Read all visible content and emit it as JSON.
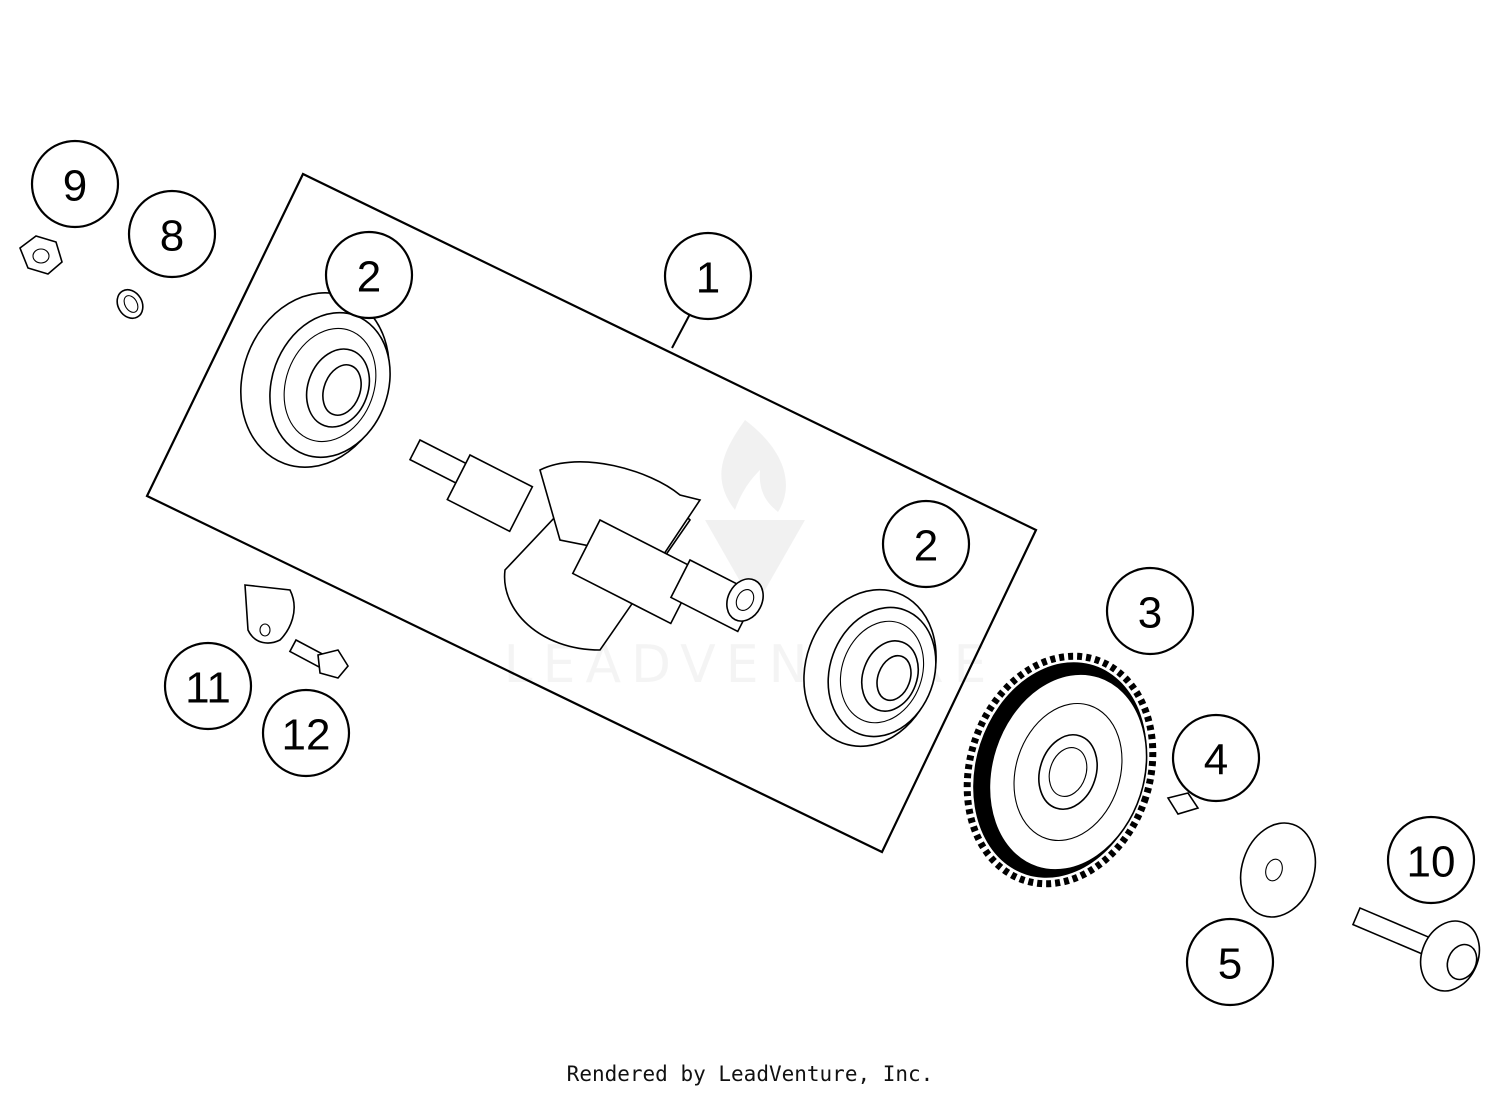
{
  "diagram": {
    "callouts": [
      {
        "id": "1",
        "label": "1"
      },
      {
        "id": "2a",
        "label": "2"
      },
      {
        "id": "2b",
        "label": "2"
      },
      {
        "id": "3",
        "label": "3"
      },
      {
        "id": "4",
        "label": "4"
      },
      {
        "id": "5",
        "label": "5"
      },
      {
        "id": "8",
        "label": "8"
      },
      {
        "id": "9",
        "label": "9"
      },
      {
        "id": "10",
        "label": "10"
      },
      {
        "id": "11",
        "label": "11"
      },
      {
        "id": "12",
        "label": "12"
      }
    ],
    "watermark": "LEADVENTURE"
  },
  "footer": {
    "text": "Rendered by LeadVenture, Inc."
  }
}
